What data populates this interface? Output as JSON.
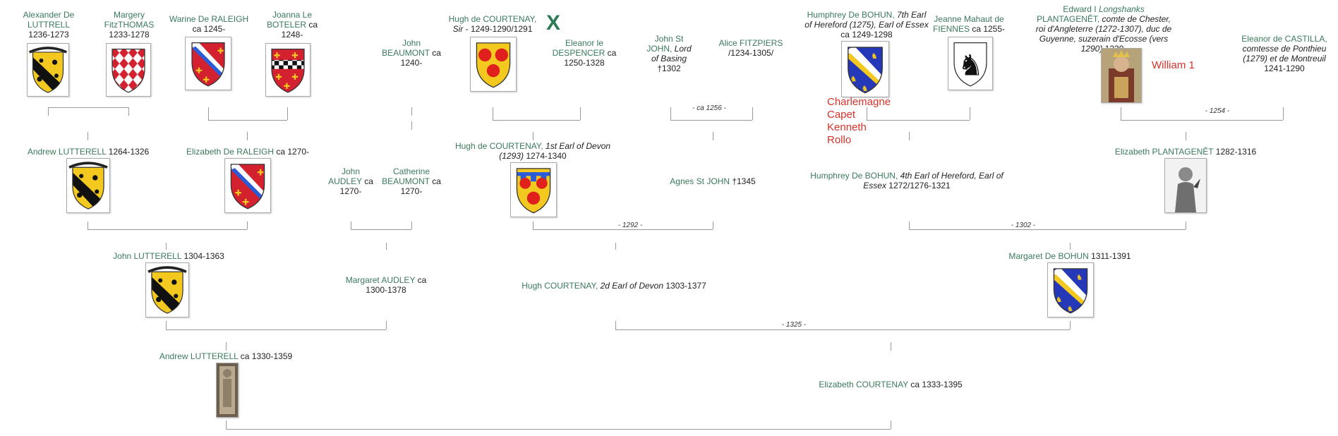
{
  "persons": {
    "alexander": {
      "name": "Alexander De LUTTRELL",
      "dates": "1236-1273"
    },
    "margery": {
      "name": "Margery FitzTHOMAS",
      "dates": "1233-1278"
    },
    "warine": {
      "name": "Warine De RALEIGH",
      "dates": "ca 1245-"
    },
    "joanna": {
      "name": "Joanna Le BOTELER",
      "dates": "ca 1248-"
    },
    "john_beaumont": {
      "name": "John BEAUMONT",
      "dates": "ca 1240-"
    },
    "hugh_sir": {
      "name": "Hugh de COURTENAY,",
      "title": "Sir",
      "dates": "- 1249-1290/1291"
    },
    "eleanor_desp": {
      "name": "Eleanor le DESPENCER",
      "dates": "ca 1250-1328"
    },
    "john_stjohn": {
      "name": "John St JOHN,",
      "title": "Lord of Basing",
      "dates": "†1302"
    },
    "alice": {
      "name": "Alice FITZPIERS",
      "dates": "/1234-1305/"
    },
    "humphrey7": {
      "name": "Humphrey De BOHUN,",
      "title": "7th Earl of Hereford (1275), Earl of Essex",
      "dates": "ca 1249-1298"
    },
    "jeanne": {
      "name": "Jeanne Mahaut de FIENNES",
      "dates": "ca 1255-"
    },
    "edward": {
      "name": "Edward I",
      "nick": "Longshanks",
      "name2": "PLANTAGENÊT,",
      "title": "comte de Chester, roi d'Angleterre (1272-1307), duc de Guyenne, suzerain d'Ecosse (vers 1290)",
      "dates": "1239-"
    },
    "eleanor_cast": {
      "name": "Eleanor de CASTILLA,",
      "title": "comtesse de Ponthieu (1279) et de Montreuil",
      "dates": "1241-1290"
    },
    "andrew1": {
      "name": "Andrew LUTTERELL",
      "dates": "1264-1326"
    },
    "elizabeth_ral": {
      "name": "Elizabeth De RALEIGH",
      "dates": "ca 1270-"
    },
    "john_audley": {
      "name": "John AUDLEY",
      "dates": "ca 1270-"
    },
    "catherine": {
      "name": "Catherine BEAUMONT",
      "dates": "ca 1270-"
    },
    "hugh1": {
      "name": "Hugh de COURTENAY,",
      "title": "1st Earl of Devon (1293)",
      "dates": "1274-1340"
    },
    "agnes": {
      "name": "Agnes St JOHN",
      "dates": "†1345"
    },
    "humphrey4": {
      "name": "Humphrey De BOHUN,",
      "title": "4th Earl of Hereford, Earl of Essex",
      "dates": "1272/1276-1321"
    },
    "elizabeth_plant": {
      "name": "Elizabeth PLANTAGENÊT",
      "dates": "1282-1316"
    },
    "john_lut": {
      "name": "John LUTTERELL",
      "dates": "1304-1363"
    },
    "margaret_aud": {
      "name": "Margaret AUDLEY",
      "dates": "ca 1300-1378"
    },
    "hugh2": {
      "name": "Hugh COURTENAY,",
      "title": "2d Earl of Devon",
      "dates": "1303-1377"
    },
    "margaret_bohun": {
      "name": "Margaret De BOHUN",
      "dates": "1311-1391"
    },
    "andrew2": {
      "name": "Andrew LUTTERELL",
      "dates": "ca 1330-1359"
    },
    "elizabeth_court": {
      "name": "Elizabeth COURTENAY",
      "dates": "ca 1333-1395"
    }
  },
  "marriages": {
    "stjohn": "- ca 1256 -",
    "edward": "- 1254 -",
    "courtenay": "- 1292 -",
    "bohun": "- 1302 -",
    "final": "- 1325 -"
  },
  "annotations": {
    "x_mark": "X",
    "william": "William 1",
    "ancestors": [
      "Charlemagne",
      "Capet",
      "Kenneth",
      "Rollo"
    ]
  },
  "icons": {
    "arms": [
      "luttrell-arms-icon",
      "raleigh-arms-icon",
      "boteler-arms-icon",
      "fitzthomas-arms-icon",
      "courtenay-arms-icon",
      "bohun-arms-icon",
      "fiennes-arms-icon"
    ],
    "portraits": [
      "edward-portrait-icon",
      "elizabeth-portrait-icon",
      "effigy-icon"
    ]
  },
  "colors": {
    "name_link": "#3a7a5c",
    "annotation_red": "#d8322a",
    "connector": "#9a9a9a"
  }
}
